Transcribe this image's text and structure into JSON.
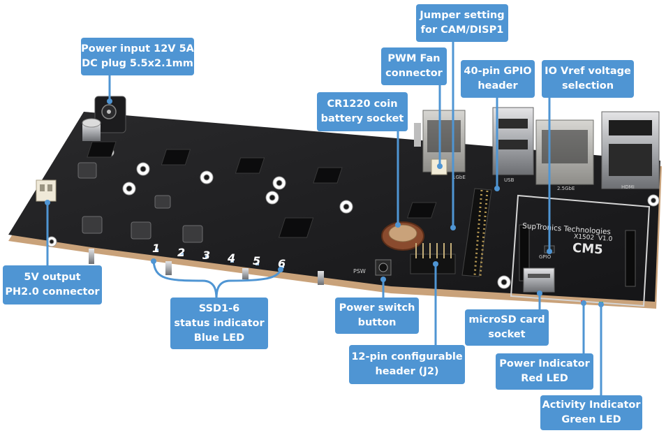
{
  "board": {
    "brand_text": "SupTronics Technologies",
    "model_text": "X1502  V1.0",
    "module_text": "CM5",
    "port_labels": [
      "1GbE",
      "USB",
      "2.5GbE",
      "HDMI"
    ],
    "ssd_numbers": [
      "1",
      "2",
      "3",
      "4",
      "5",
      "6"
    ],
    "silk_labels": [
      "PSW",
      "GPIO"
    ]
  },
  "callouts": {
    "power_input": [
      "Power input 12V 5A",
      "DC plug 5.5x2.1mm"
    ],
    "jumper": [
      "Jumper setting",
      "for CAM/DISP1"
    ],
    "pwm_fan": [
      "PWM Fan",
      "connector"
    ],
    "gpio_header": [
      "40-pin GPIO",
      "header"
    ],
    "io_vref": [
      "IO Vref voltage",
      "selection"
    ],
    "coin_battery": [
      "CR1220 coin",
      "battery socket"
    ],
    "output_5v": [
      "5V output",
      "PH2.0 connector"
    ],
    "ssd_leds": [
      "SSD1-6",
      "status indicator",
      "Blue LED"
    ],
    "power_switch": [
      "Power switch",
      "button"
    ],
    "microsd": [
      "microSD card",
      "socket"
    ],
    "j2_header": [
      "12-pin configurable",
      "header (J2)"
    ],
    "power_led": [
      "Power Indicator",
      "Red LED"
    ],
    "activity_led": [
      "Activity Indicator",
      "Green LED"
    ]
  },
  "colors": {
    "callout_bg": "#4f95d3",
    "callout_text": "#ffffff",
    "pcb": "#1f1f21",
    "pcb_edge": "#c9a27a"
  }
}
